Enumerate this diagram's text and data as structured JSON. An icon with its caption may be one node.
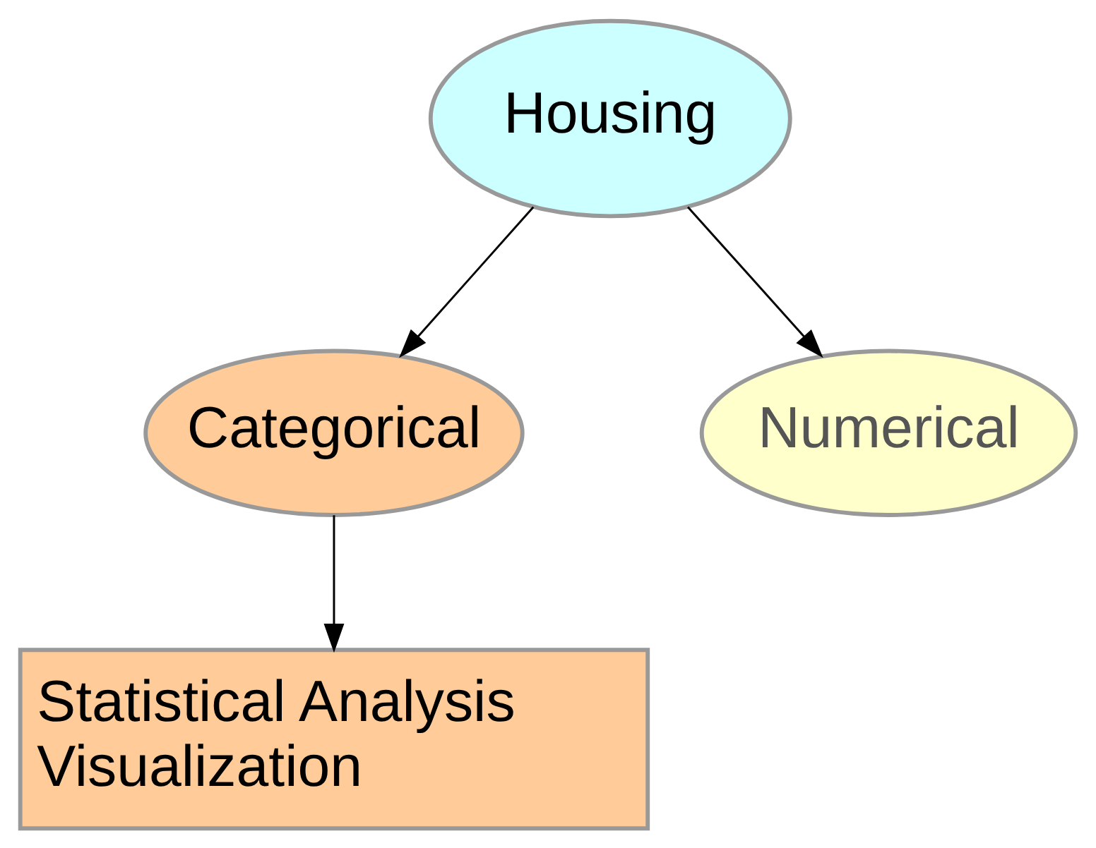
{
  "diagram": {
    "nodes": [
      {
        "text": [
          "Housing"
        ]
      },
      {
        "text": [
          "Categorical"
        ]
      },
      {
        "text": [
          "Numerical"
        ]
      },
      {
        "text": [
          "Statistical Analysis",
          "Visualization"
        ]
      }
    ],
    "edges": [
      {
        "from": 0,
        "to": 1,
        "arrow": "to"
      },
      {
        "from": 0,
        "to": 2,
        "arrow": "to"
      },
      {
        "from": 1,
        "to": 3,
        "arrow": "to"
      }
    ]
  }
}
